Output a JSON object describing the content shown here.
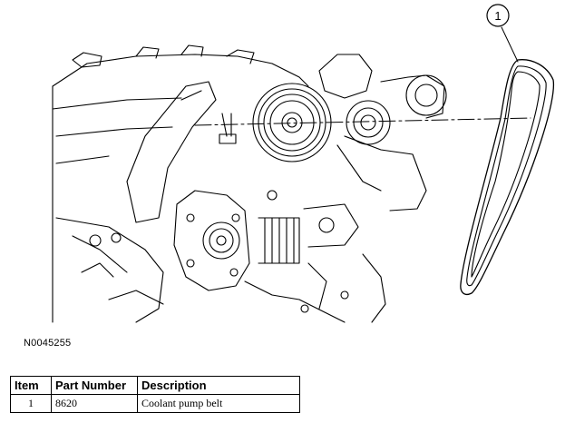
{
  "figure": {
    "id": "N0045255",
    "callouts": [
      {
        "number": "1"
      }
    ]
  },
  "parts_table": {
    "headers": {
      "item": "Item",
      "part_number": "Part Number",
      "description": "Description"
    },
    "rows": [
      {
        "item": "1",
        "part_number": "8620",
        "description": "Coolant pump belt"
      }
    ]
  }
}
